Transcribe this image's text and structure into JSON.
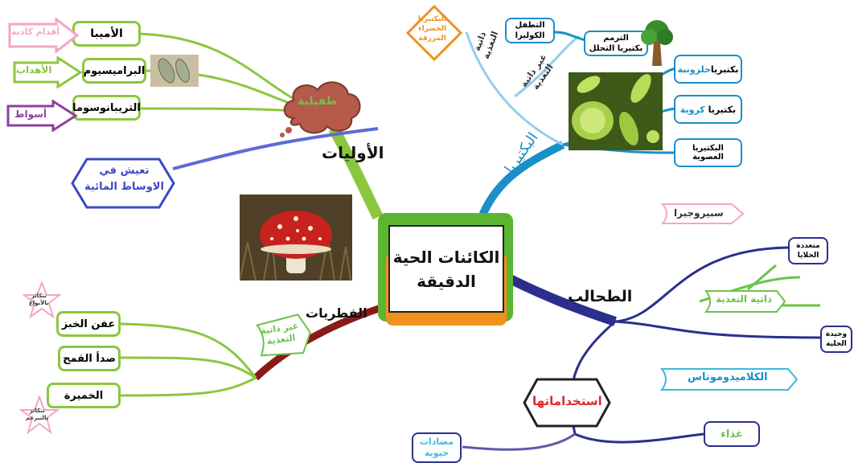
{
  "center": {
    "line1": "الكائنات الحية",
    "line2": "الدقيقة"
  },
  "branches": {
    "protozoa": "الأوليات",
    "bacteria": "البكتيريا",
    "algae": "الطحالب",
    "fungi": "الفطريات"
  },
  "protozoa": {
    "cloud": "طفيلية",
    "amoeba": "الأميبا",
    "amoeba_motion": "أقدام كاذبة",
    "paramecium": "البراميسيوم",
    "paramecium_motion": "الأهداب",
    "trypanosoma": "التريبانوسوما",
    "trypanosoma_motion": "أسواط",
    "habitat_line1": "تعيش في",
    "habitat_line2": "الاوساط المائية"
  },
  "bacteria": {
    "autotroph_label_line1": "ذاتية",
    "autotroph_label_line2": "التغذية",
    "blue_green_line1": "البكتيريا",
    "blue_green_line2": "الخضراء",
    "blue_green_line3": "المزرقة",
    "heterotroph_label_line1": "غير ذاتية",
    "heterotroph_label_line2": "التغذية",
    "parasitic_line1": "التطفل",
    "parasitic_line2": "الكوليرا",
    "saprophytic_line1": "الترمم",
    "saprophytic_line2": "بكتيريا التحلل",
    "spiral_prefix": "بكتيريا",
    "spiral_suffix": "حلزونية",
    "coccus_prefix": "بكتيريا",
    "coccus_suffix": "كروية",
    "bacillus": "البكتيريا العصوية"
  },
  "algae": {
    "spirogyra": "سبيروجيرا",
    "multicellular_line1": "متعددة",
    "multicellular_line2": "الخلايا",
    "autotroph": "ذاتية التغذية",
    "unicellular_line1": "وحيدة",
    "unicellular_line2": "الخلية",
    "chlamydomonas": "الكلاميدوموناس",
    "uses": "استخداماتها",
    "food": "غذاء",
    "antibiotics_line1": "مضادات",
    "antibiotics_line2": "حيوية"
  },
  "fungi": {
    "heterotroph_line1": "غير ذاتية",
    "heterotroph_line2": "التغذية",
    "bread_mold": "عفن الخبز",
    "wheat_rust": "صدأ القمح",
    "yeast": "الخميرة",
    "repro_spores_line1": "تتكاثر",
    "repro_spores_line2": "بالأبواغ",
    "repro_budding_line1": "تتكاثر",
    "repro_budding_line2": "بالتبرعم"
  },
  "colors": {
    "protozoa": "#8cc63f",
    "bacteria": "#1a8fc9",
    "algae": "#2a2f8c",
    "fungi": "#8b1a1a",
    "pink": "#f4a6c0",
    "purple": "#8e3fa0",
    "orange": "#f0911e",
    "cyan": "#3fb8e0",
    "cloud": "#b5594a",
    "green_text": "#6cc24a",
    "red_text": "#e02828"
  }
}
